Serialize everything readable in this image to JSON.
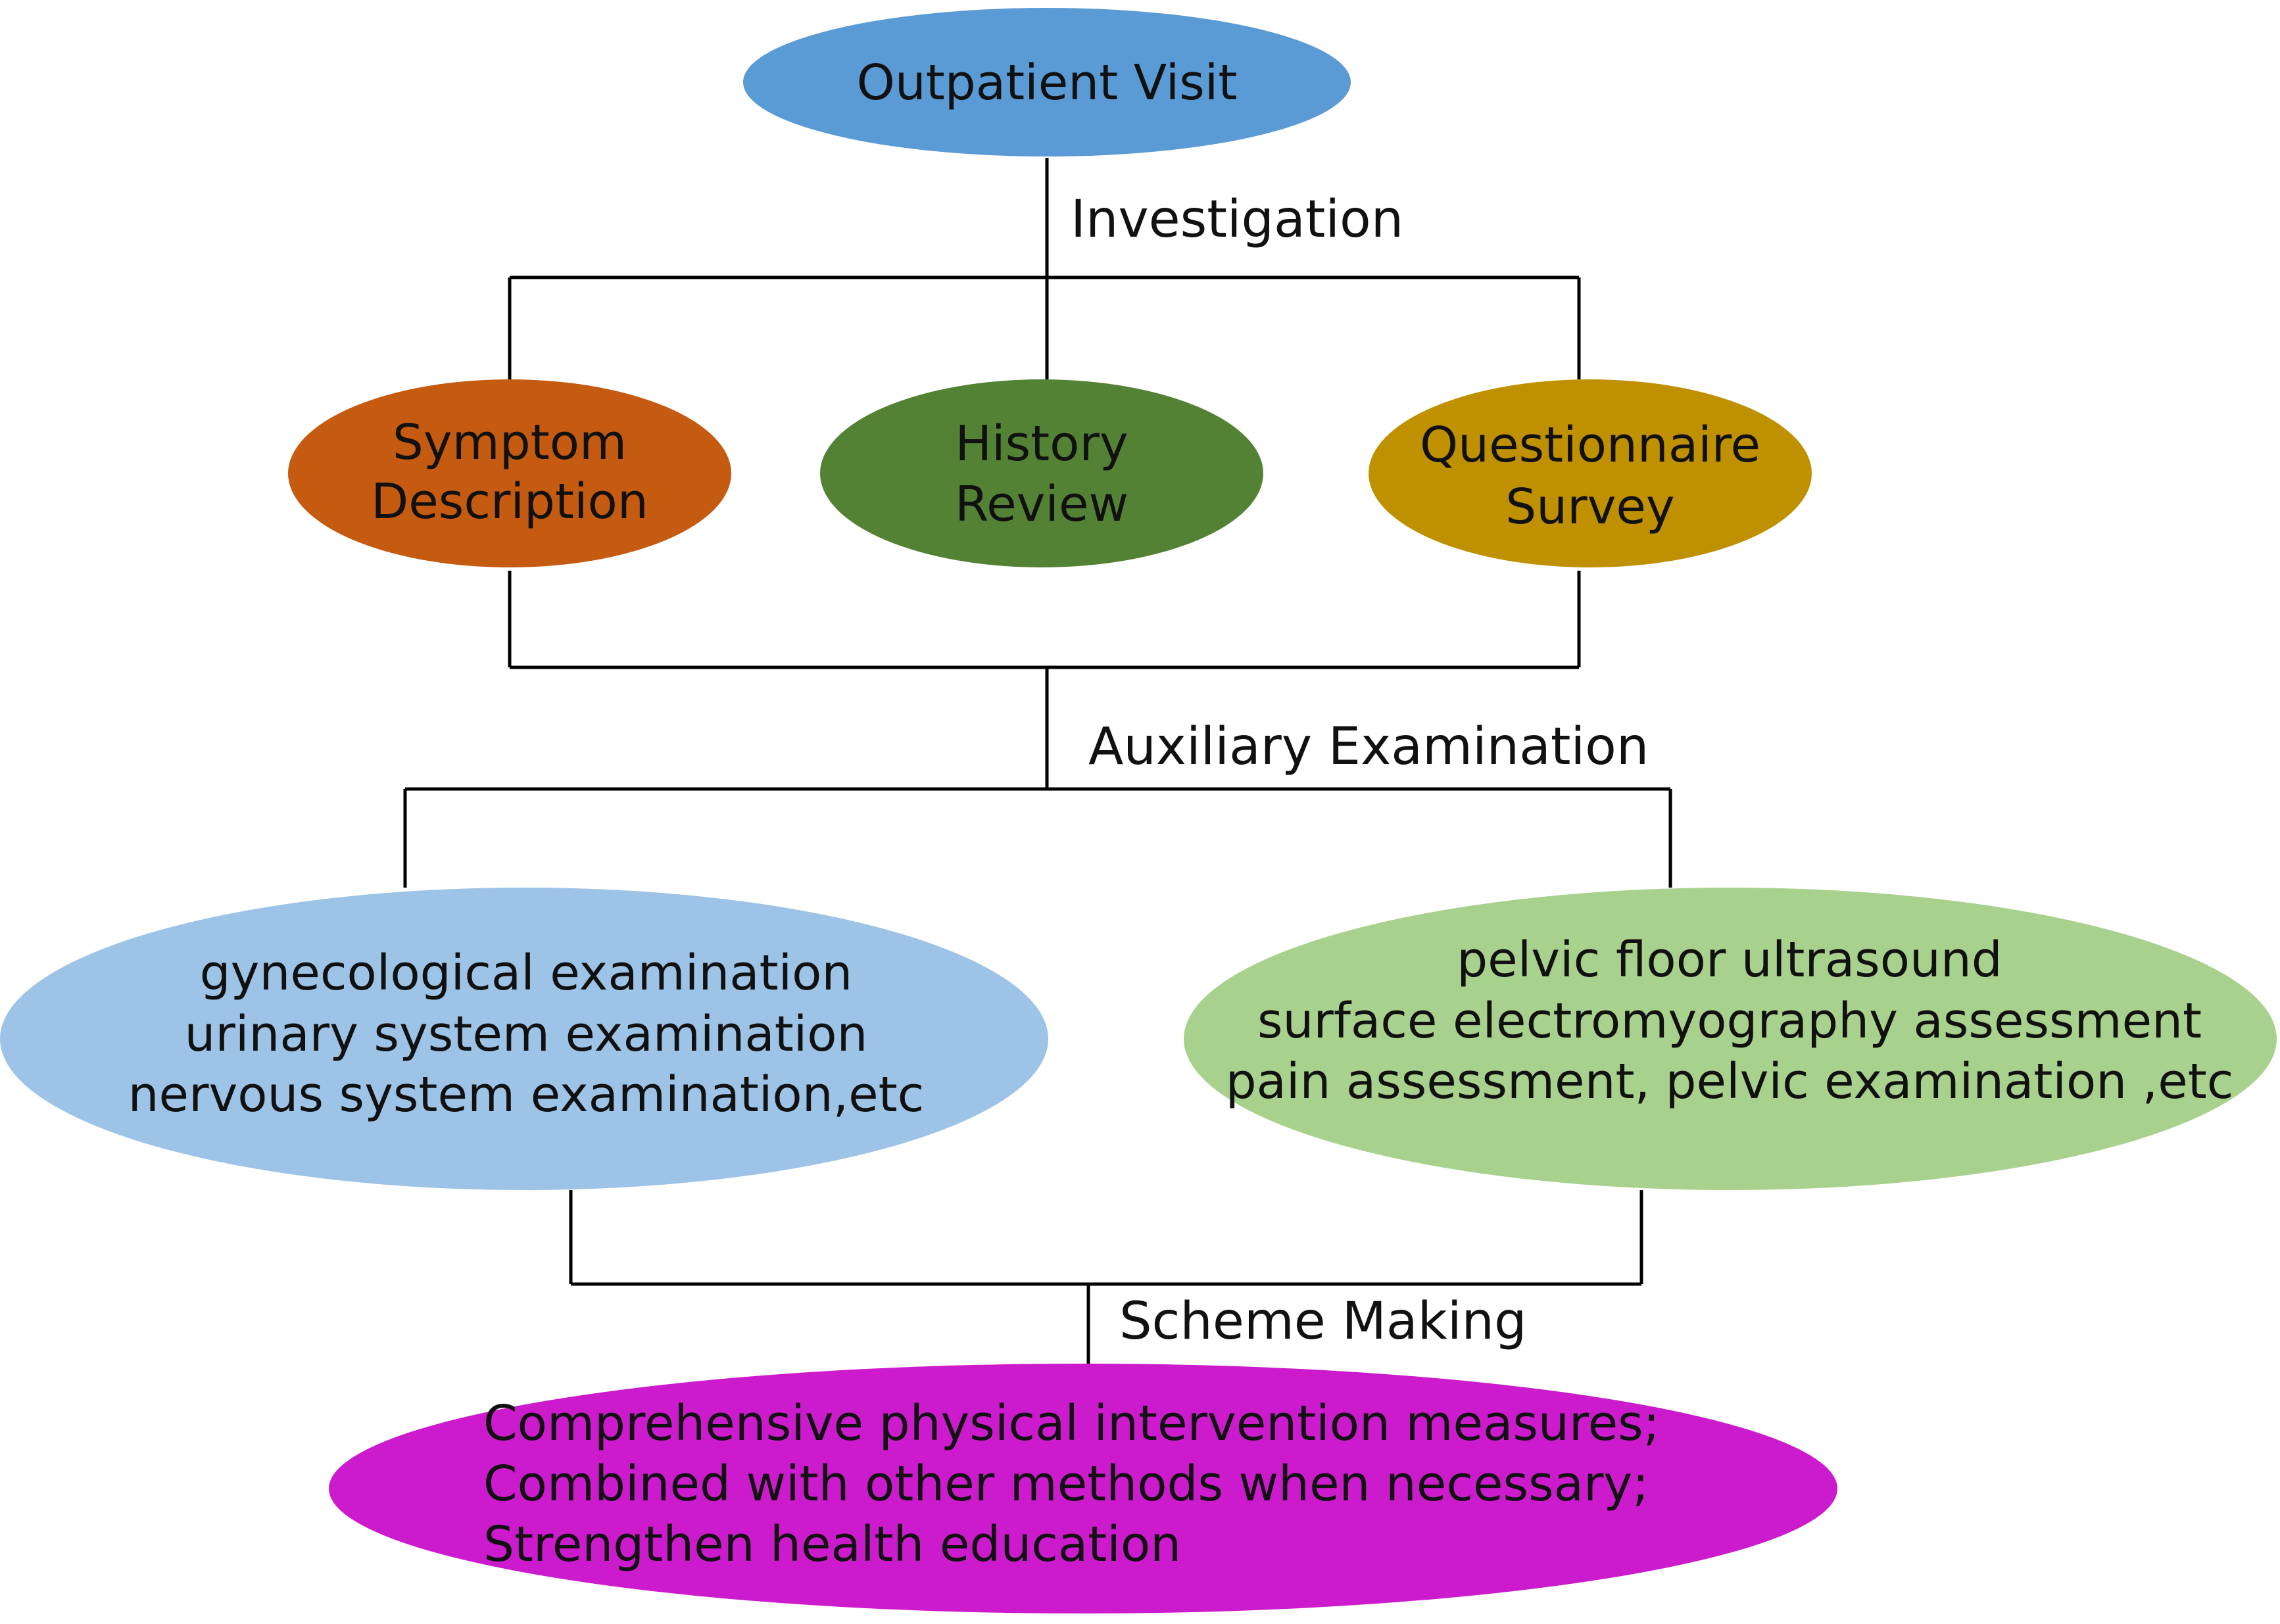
{
  "nodes": {
    "outpatient": {
      "text": "Outpatient Visit",
      "color": "#5b9bd5"
    },
    "symptom": {
      "lines": [
        "Symptom",
        "Description"
      ],
      "color": "#c55a11"
    },
    "history": {
      "lines": [
        "History",
        "Review"
      ],
      "color": "#548235"
    },
    "questionnaire": {
      "lines": [
        "Questionnaire",
        "Survey"
      ],
      "color": "#bf9000"
    },
    "clinical_exam": {
      "lines": [
        "gynecological examination",
        "urinary system examination",
        "nervous system examination,etc"
      ],
      "color": "#9dc3e6"
    },
    "special_exam": {
      "lines": [
        "pelvic floor ultrasound",
        "surface electromyography assessment",
        "pain assessment, pelvic examination ,etc"
      ],
      "color": "#a9d18e"
    },
    "scheme": {
      "lines": [
        "Comprehensive physical intervention measures;",
        "Combined with other methods when necessary;",
        "Strengthen health education"
      ],
      "color": "#cc1bcc"
    }
  },
  "stages": {
    "investigation": "Investigation",
    "auxiliary": "Auxiliary Examination",
    "scheme": "Scheme Making"
  },
  "connector_color": "#000000"
}
